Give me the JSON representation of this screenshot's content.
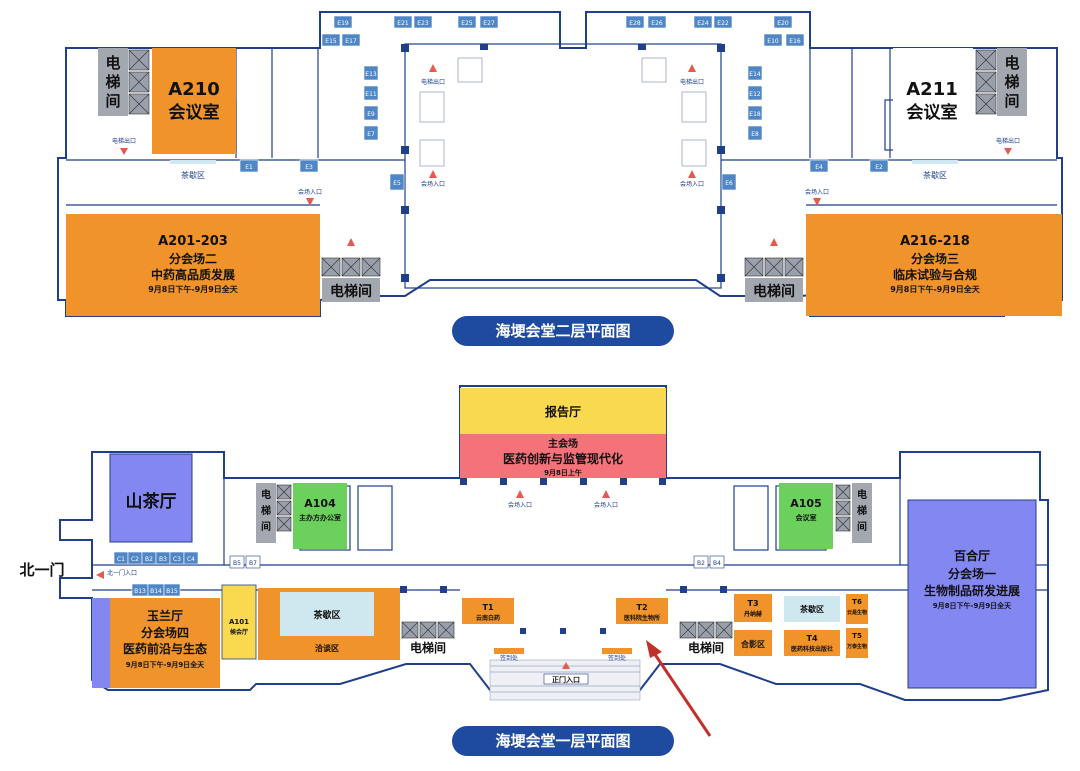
{
  "floor2": {
    "title": "海埂会堂二层平面图",
    "rooms": {
      "a210": {
        "code": "A210",
        "name": "会议室"
      },
      "a211": {
        "code": "A211",
        "name": "会议室"
      },
      "a201": {
        "code": "A201-203",
        "line1": "分会场二",
        "line2": "中药高品质发展",
        "time": "9月8日下午-9月9日全天"
      },
      "a216": {
        "code": "A216-218",
        "line1": "分会场三",
        "line2": "临床试验与合规",
        "time": "9月8日下午-9月9日全天"
      }
    },
    "elevator_label": "电梯间",
    "elevator_vertical": [
      "电",
      "梯",
      "间"
    ],
    "tea_area": "茶歇区",
    "elevator_entrance": "电梯出口",
    "venue_entrance": "会场入口",
    "booths_top_left": [
      "E19",
      "E21",
      "E23",
      "E25",
      "E27"
    ],
    "booths_top_right": [
      "E28",
      "E26",
      "E24",
      "E22",
      "E20"
    ],
    "booths_left_col": [
      "E15",
      "E17",
      "E13",
      "E11",
      "E9",
      "E7",
      "E5",
      "E3",
      "E1"
    ],
    "booths_right_col": [
      "E10",
      "E16",
      "E14",
      "E12",
      "E18",
      "E8",
      "E6",
      "E4",
      "E2"
    ]
  },
  "floor1": {
    "title": "海埂会堂一层平面图",
    "report_hall": "报告厅",
    "main_venue": {
      "line1": "主会场",
      "line2": "医药创新与监管现代化",
      "time": "9月8日上午"
    },
    "shancha": "山茶厅",
    "north_gate": "北一门",
    "north_gate_entrance": "北一门入口",
    "a104": {
      "code": "A104",
      "name": "主办方办公室"
    },
    "a105": {
      "code": "A105",
      "name": "会议室"
    },
    "a101": {
      "code": "A101",
      "name": "候会厅"
    },
    "yulan": {
      "name": "玉兰厅",
      "line1": "分会场四",
      "line2": "医药前沿与生态",
      "time": "9月8日下午-9月9日全天"
    },
    "baihe": {
      "name": "百合厅",
      "line1": "分会场一",
      "line2": "生物制品研发进展",
      "time": "9月8日下午-9月9日全天"
    },
    "tea_area": "茶歇区",
    "negotiation": "洽谈区",
    "photo_area": "合影区",
    "elevator_label": "电梯间",
    "elevator_vertical": [
      "电",
      "梯",
      "间"
    ],
    "main_entrance": "正门入口",
    "venue_entrance": "会场入口",
    "sign_in": "签到处",
    "booths_left": [
      "C1",
      "C2",
      "B2",
      "B3",
      "C3",
      "C4"
    ],
    "booths_left2": [
      "B13",
      "B14",
      "B15"
    ],
    "booths_b": [
      "B5",
      "B7"
    ],
    "booths_right": [
      "B2",
      "B4"
    ],
    "t1": {
      "code": "T1",
      "name": "云南白药"
    },
    "t2": {
      "code": "T2",
      "name": "医科院生物所"
    },
    "t3": {
      "code": "T3",
      "name": "丹纳赫"
    },
    "t4": {
      "code": "T4",
      "name": "医药科技出版社"
    },
    "t5": {
      "code": "T5",
      "name": "万泰生物"
    },
    "t6": {
      "code": "T6",
      "name": "云是生物"
    }
  },
  "colors": {
    "orange": "#f0932b",
    "blue_hall": "#8387f2",
    "green": "#6cd05c",
    "yellow": "#f9d950",
    "pink": "#f5727a",
    "elevator_gray": "#a3a7b0",
    "wall": "#1f3f8a",
    "banner": "#1e4aa0",
    "arrow": "#e45a4e",
    "booth": "#4f86c6"
  }
}
